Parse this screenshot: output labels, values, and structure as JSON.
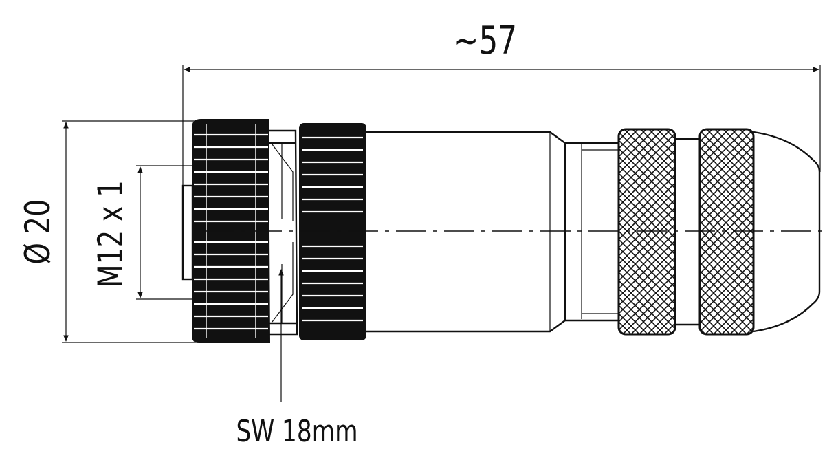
{
  "dimensions": {
    "overall_length": "~57",
    "outer_diameter": "Ø 20",
    "thread": "M12 x 1",
    "wrench_size": "SW 18mm"
  },
  "colors": {
    "line": "#111111",
    "background": "#ffffff"
  }
}
